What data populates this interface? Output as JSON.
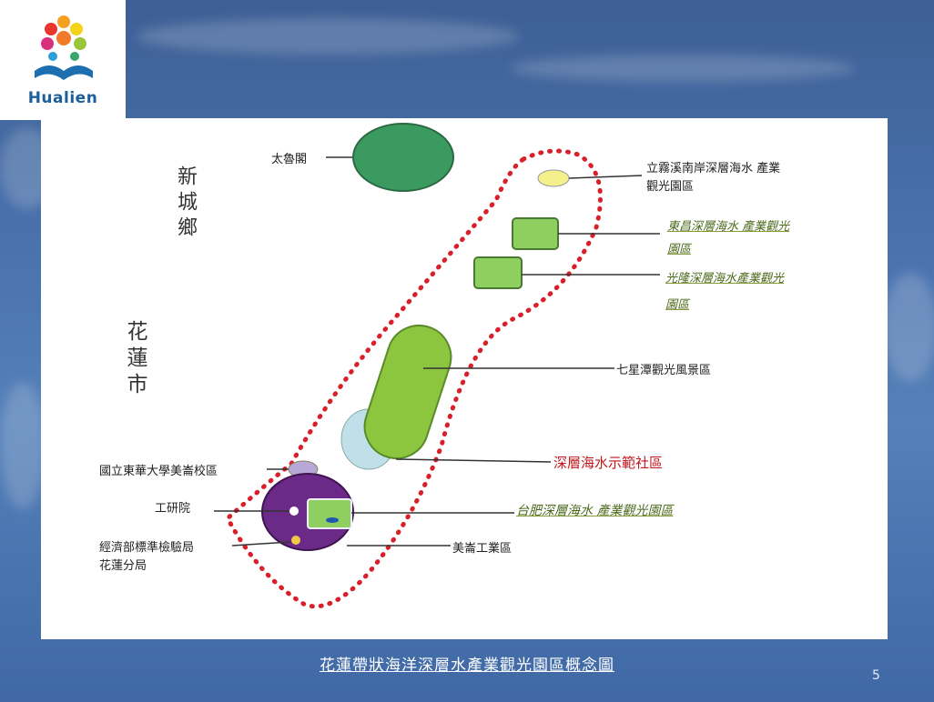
{
  "logo": {
    "text": "Hualien",
    "icon": "hualien-flower-book-logo"
  },
  "regions": {
    "xincheng": "新城鄉",
    "hualien_city": "花蓮市"
  },
  "labels": {
    "taroko": "太魯閣",
    "lidao": "立霧溪南岸深層海水 產業",
    "lidao_line2": "觀光園區",
    "dongchang": "東昌深層海水 產業觀光",
    "dongchang_line2": "園區",
    "guangfeng": "光隆深層海水產業觀光",
    "guangfeng_line2": "園區",
    "qixingtan": "七星潭觀光風景區",
    "demo_community": "深層海水示範社區",
    "dong_hwa": "國立東華大學美崙校區",
    "itri": "工研院",
    "taifei": "台肥深層海水 產業觀光園區",
    "meilun_industrial": "美崙工業區",
    "boe_line1": "經濟部標準檢驗局",
    "boe_line2": "花蓮分局"
  },
  "caption": "花蓮帶狀海洋深層水產業觀光園區概念圖",
  "page_number": "5",
  "colors": {
    "dark_green": "#3a9a60",
    "light_green": "#8ecf60",
    "lime": "#8cc63e",
    "yellow": "#f4f08c",
    "purple": "#6b2a88",
    "light_purple": "#b8a8d8",
    "light_blue": "#bfe0e8",
    "red_dots": "#d8202a"
  }
}
